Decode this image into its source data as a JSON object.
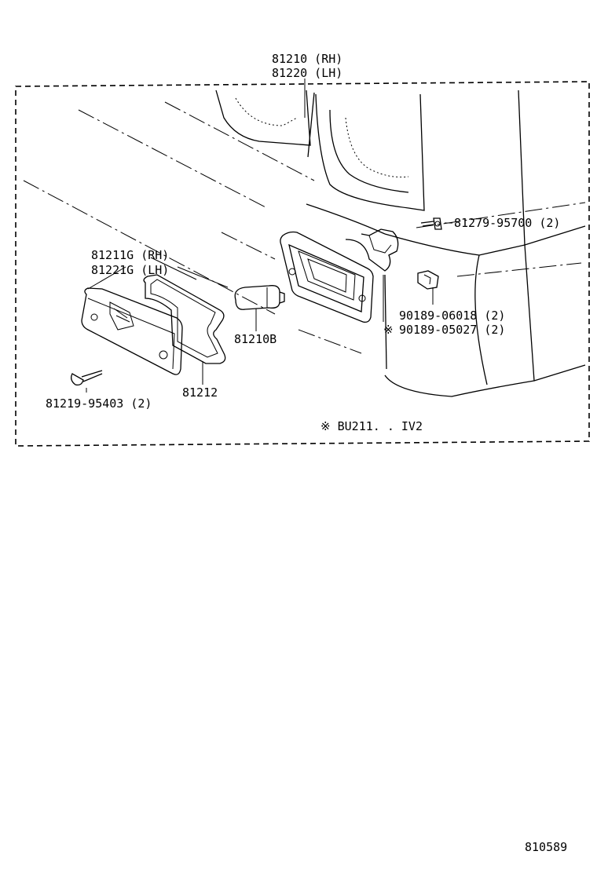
{
  "labels": {
    "turn_lamp_rh": "81210 (RH)",
    "turn_lamp_lh": "81220 (LH)",
    "screw_top": "81279-95700 (2)",
    "lens_rh": "81211G (RH)",
    "lens_lh": "81221G (LH)",
    "bulb": "81210B",
    "gasket": "81212",
    "screw_lens": "81219-95403 (2)",
    "nut_a": "90189-06018 (2)",
    "nut_b": "90189-05027 (2)",
    "nut_b_mark": "※",
    "applicability": "※ BU211. . IV2",
    "figure_number": "810589"
  }
}
